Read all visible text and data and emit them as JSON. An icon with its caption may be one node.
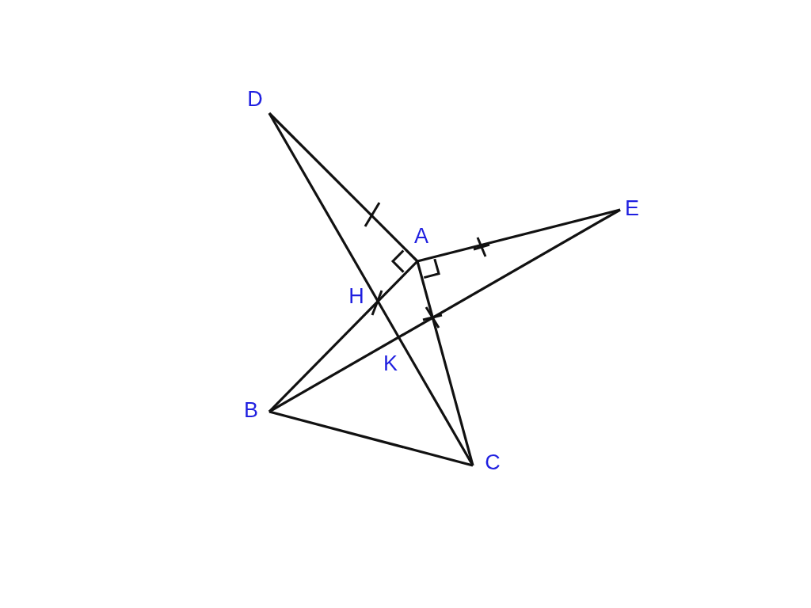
{
  "diagram": {
    "nodes": [
      {
        "text": [
          "D"
        ]
      },
      {
        "text": [
          "A"
        ]
      },
      {
        "text": [
          "E"
        ]
      },
      {
        "text": [
          "B"
        ]
      },
      {
        "text": [
          "C"
        ]
      }
    ],
    "edges": [
      {
        "from": 0,
        "to": 1,
        "arrow": "none"
      },
      {
        "from": 1,
        "to": 2,
        "arrow": "none"
      },
      {
        "from": 1,
        "to": 3,
        "arrow": "none"
      },
      {
        "from": 1,
        "to": 4,
        "arrow": "none"
      },
      {
        "from": 3,
        "to": 4,
        "arrow": "none"
      },
      {
        "from": 0,
        "to": 4,
        "arrow": "none"
      },
      {
        "from": 3,
        "to": 2,
        "arrow": "none"
      }
    ],
    "labels": [
      "H",
      "K"
    ]
  }
}
